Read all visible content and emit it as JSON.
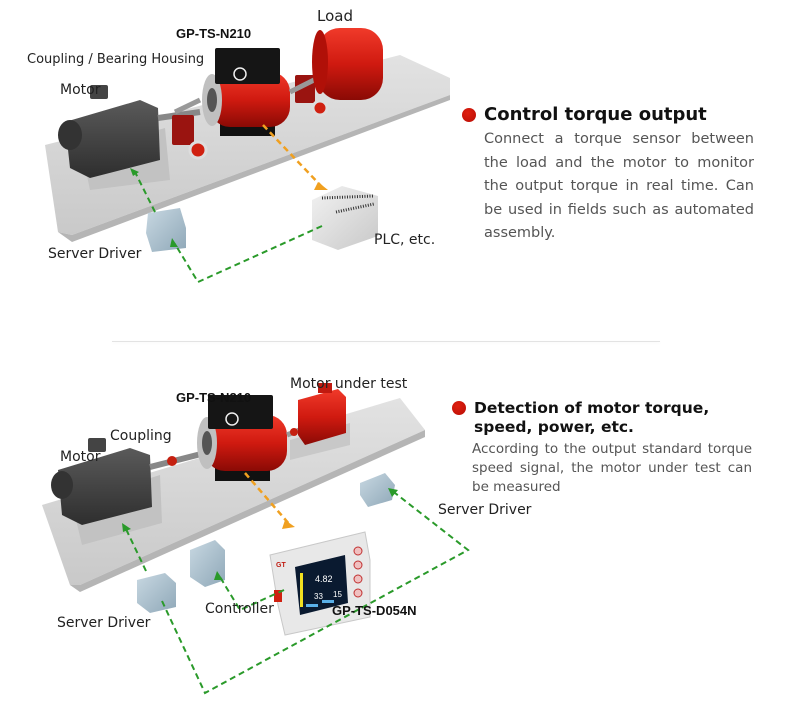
{
  "sections": [
    {
      "labels": {
        "load": "Load",
        "model": "GP-TS-N210",
        "coupling": "Coupling / Bearing Housing",
        "motor": "Motor",
        "server_driver": "Server Driver",
        "plc": "PLC, etc."
      },
      "title": "Control torque output",
      "body": "Connect a torque sensor between the load and the motor to monitor the output torque in real time. Can be used in fields such as automated assembly."
    },
    {
      "labels": {
        "motor_under_test": "Motor under test",
        "model": "GP-TS-N210",
        "coupling": "Coupling",
        "motor": "Motor",
        "server_driver_right": "Server Driver",
        "server_driver_left": "Server Driver",
        "controller": "Controller",
        "display_model": "GP-TS-D054N"
      },
      "title": "Detection of motor torque, speed, power, etc.",
      "body": "According to the output standard torque speed signal, the motor under test can be measured",
      "display": {
        "brand": "GT",
        "torque_value": "4.82",
        "speed_value": "33",
        "power_value": "15"
      }
    }
  ],
  "colors": {
    "accent_red": "#c8140a",
    "signal_orange": "#f0a020",
    "control_green": "#2a9a2a",
    "platform_gray": "#d4d4d4"
  }
}
